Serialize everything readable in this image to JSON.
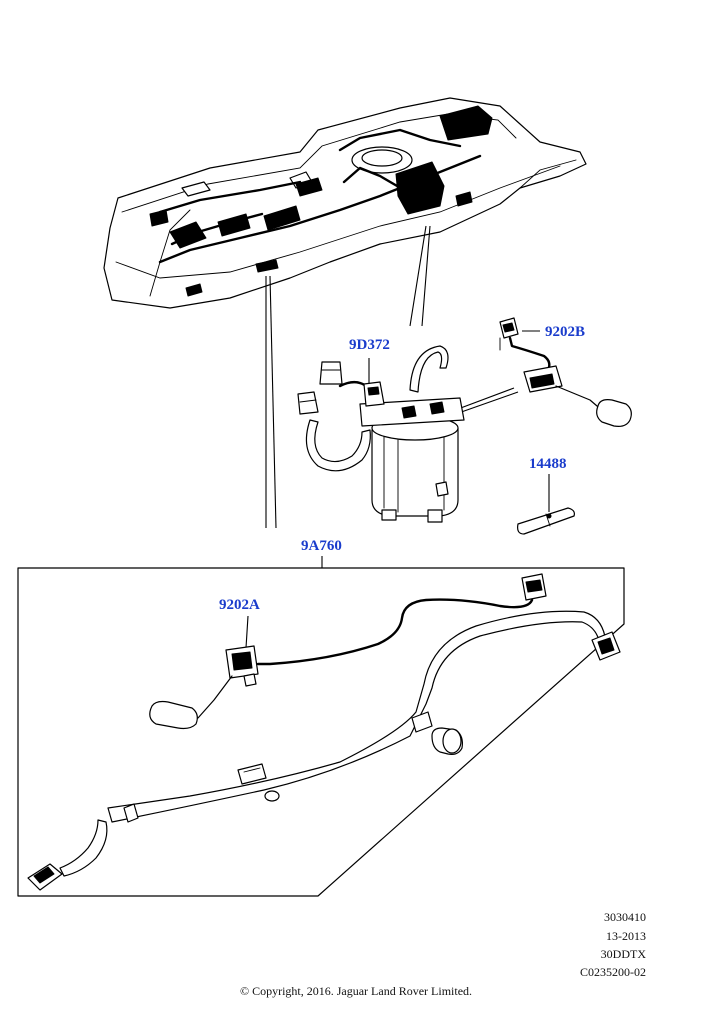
{
  "callouts": {
    "fuel_pump_module": "9D372",
    "sender_unit_b": "9202B",
    "clip": "14488",
    "harness_assembly": "9A760",
    "sender_unit_a": "9202A"
  },
  "meta": {
    "line1": "3030410",
    "line2": "13-2013",
    "line3": "30DDTX",
    "line4": "C0235200-02"
  },
  "copyright": "© Copyright, 2016. Jaguar Land Rover Limited."
}
